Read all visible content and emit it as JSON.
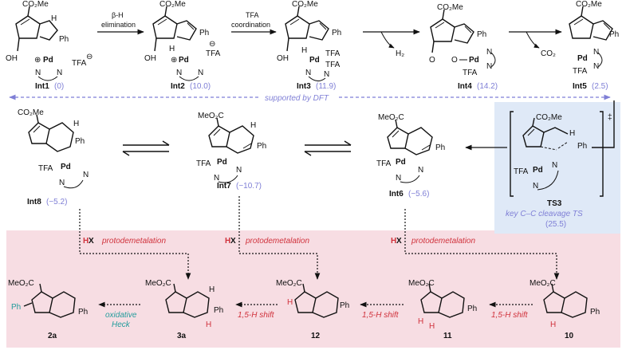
{
  "top_row": {
    "arrows": {
      "beta_h": "β-H",
      "elimination": "elimination",
      "tfa": "TFA",
      "coordination": "coordination",
      "h2": "H₂",
      "co2": "CO₂"
    },
    "compounds": [
      {
        "label": "Int1",
        "energy": "(0)"
      },
      {
        "label": "Int2",
        "energy": "(10.0)"
      },
      {
        "label": "Int3",
        "energy": "(11.9)"
      },
      {
        "label": "Int4",
        "energy": "(14.2)"
      },
      {
        "label": "Int5",
        "energy": "(2.5)"
      }
    ]
  },
  "dft_note": "supported by DFT",
  "middle_row": {
    "compounds": [
      {
        "label": "Int8",
        "energy": "(−5.2)"
      },
      {
        "label": "Int7",
        "energy": "(−10.7)"
      },
      {
        "label": "Int6",
        "energy": "(−5.6)"
      }
    ],
    "ts": {
      "label": "TS3",
      "caption": "key C–C cleavage TS",
      "energy": "(25.5)",
      "dagger": "‡"
    }
  },
  "bottom_row": {
    "hx_h": "H",
    "hx_x": "X",
    "protodemetalation": "protodemetalation",
    "shift": "1,5-H shift",
    "oxidative": "oxidative",
    "heck": "Heck",
    "compounds": [
      "2a",
      "3a",
      "12",
      "11",
      "10"
    ]
  },
  "atoms": {
    "co2me": "CO₂Me",
    "meo2c": "MeO₂C",
    "oh": "OH",
    "o": "O",
    "ph": "Ph",
    "pd": "Pd",
    "n": "N",
    "h": "H",
    "tfa": "TFA",
    "plus": "⊕",
    "minus": "⊖"
  },
  "colors": {
    "background_band": "#f7dde3",
    "ts_box": "#dfe9f7",
    "energy": "#7f7fd6",
    "red": "#d0323c",
    "teal": "#239c9c"
  }
}
